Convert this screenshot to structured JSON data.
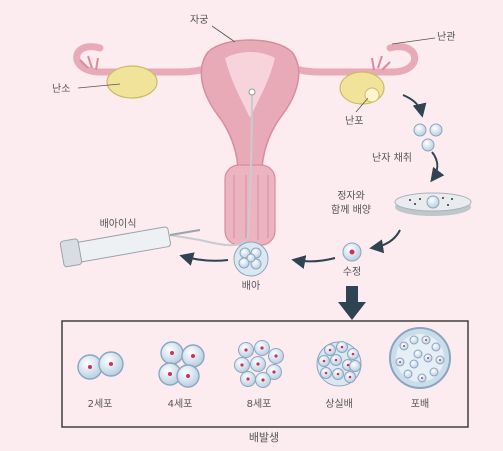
{
  "labels": {
    "uterus": "자궁",
    "fallopian_tube": "난관",
    "ovary": "난소",
    "follicle": "난포",
    "egg_retrieval": "난자 채취",
    "with_sperm_line1": "정자와",
    "with_sperm_line2": "함께 배양",
    "fertilization": "수정",
    "embryo": "배아",
    "embryo_transfer": "배아이식"
  },
  "stages": [
    {
      "label": "2세포"
    },
    {
      "label": "4세포"
    },
    {
      "label": "8세포"
    },
    {
      "label": "상실배"
    },
    {
      "label": "포배"
    }
  ],
  "box_caption": "배발생",
  "colors": {
    "background": "#fcebef",
    "uterus": "#e9aab8",
    "ovary": "#f1e39a",
    "cell": "#cfe0ee",
    "nucleus": "#cc3355",
    "arrow": "#2f4352"
  }
}
